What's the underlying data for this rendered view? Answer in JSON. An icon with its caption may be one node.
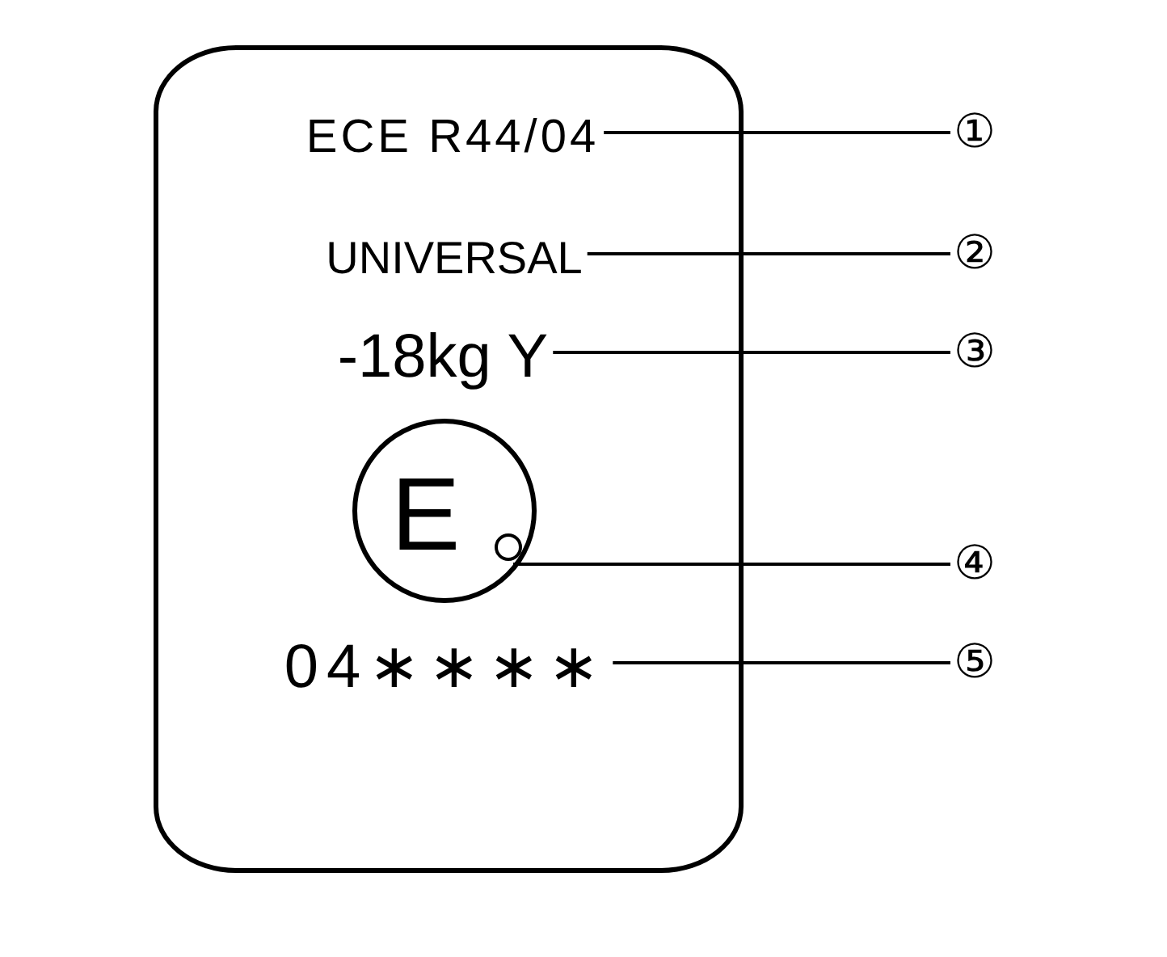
{
  "diagram": {
    "nodes": [
      {
        "text": [],
        "shape": "box"
      },
      {
        "text": [
          "ECE R44/04"
        ],
        "in": 0
      },
      {
        "text": [
          "UNIVERSAL"
        ],
        "in": 0
      },
      {
        "text": [
          "-18kg Y"
        ],
        "in": 0
      },
      {
        "text": [
          "E"
        ],
        "in": 0
      },
      {
        "text": [
          "04∗∗∗∗"
        ],
        "in": 0
      },
      {
        "text": [
          "①"
        ]
      },
      {
        "text": [
          "②"
        ]
      },
      {
        "text": [
          "③"
        ]
      },
      {
        "text": [
          "④"
        ]
      },
      {
        "text": [
          "⑤"
        ]
      }
    ],
    "edges": [
      {
        "from": 6,
        "to": 1,
        "arrow": "none"
      },
      {
        "from": 7,
        "to": 2,
        "arrow": "none"
      },
      {
        "from": 8,
        "to": 3,
        "arrow": "none"
      },
      {
        "from": 9,
        "to": 4,
        "arrow": "none"
      },
      {
        "from": 10,
        "to": 5,
        "arrow": "none"
      }
    ]
  }
}
